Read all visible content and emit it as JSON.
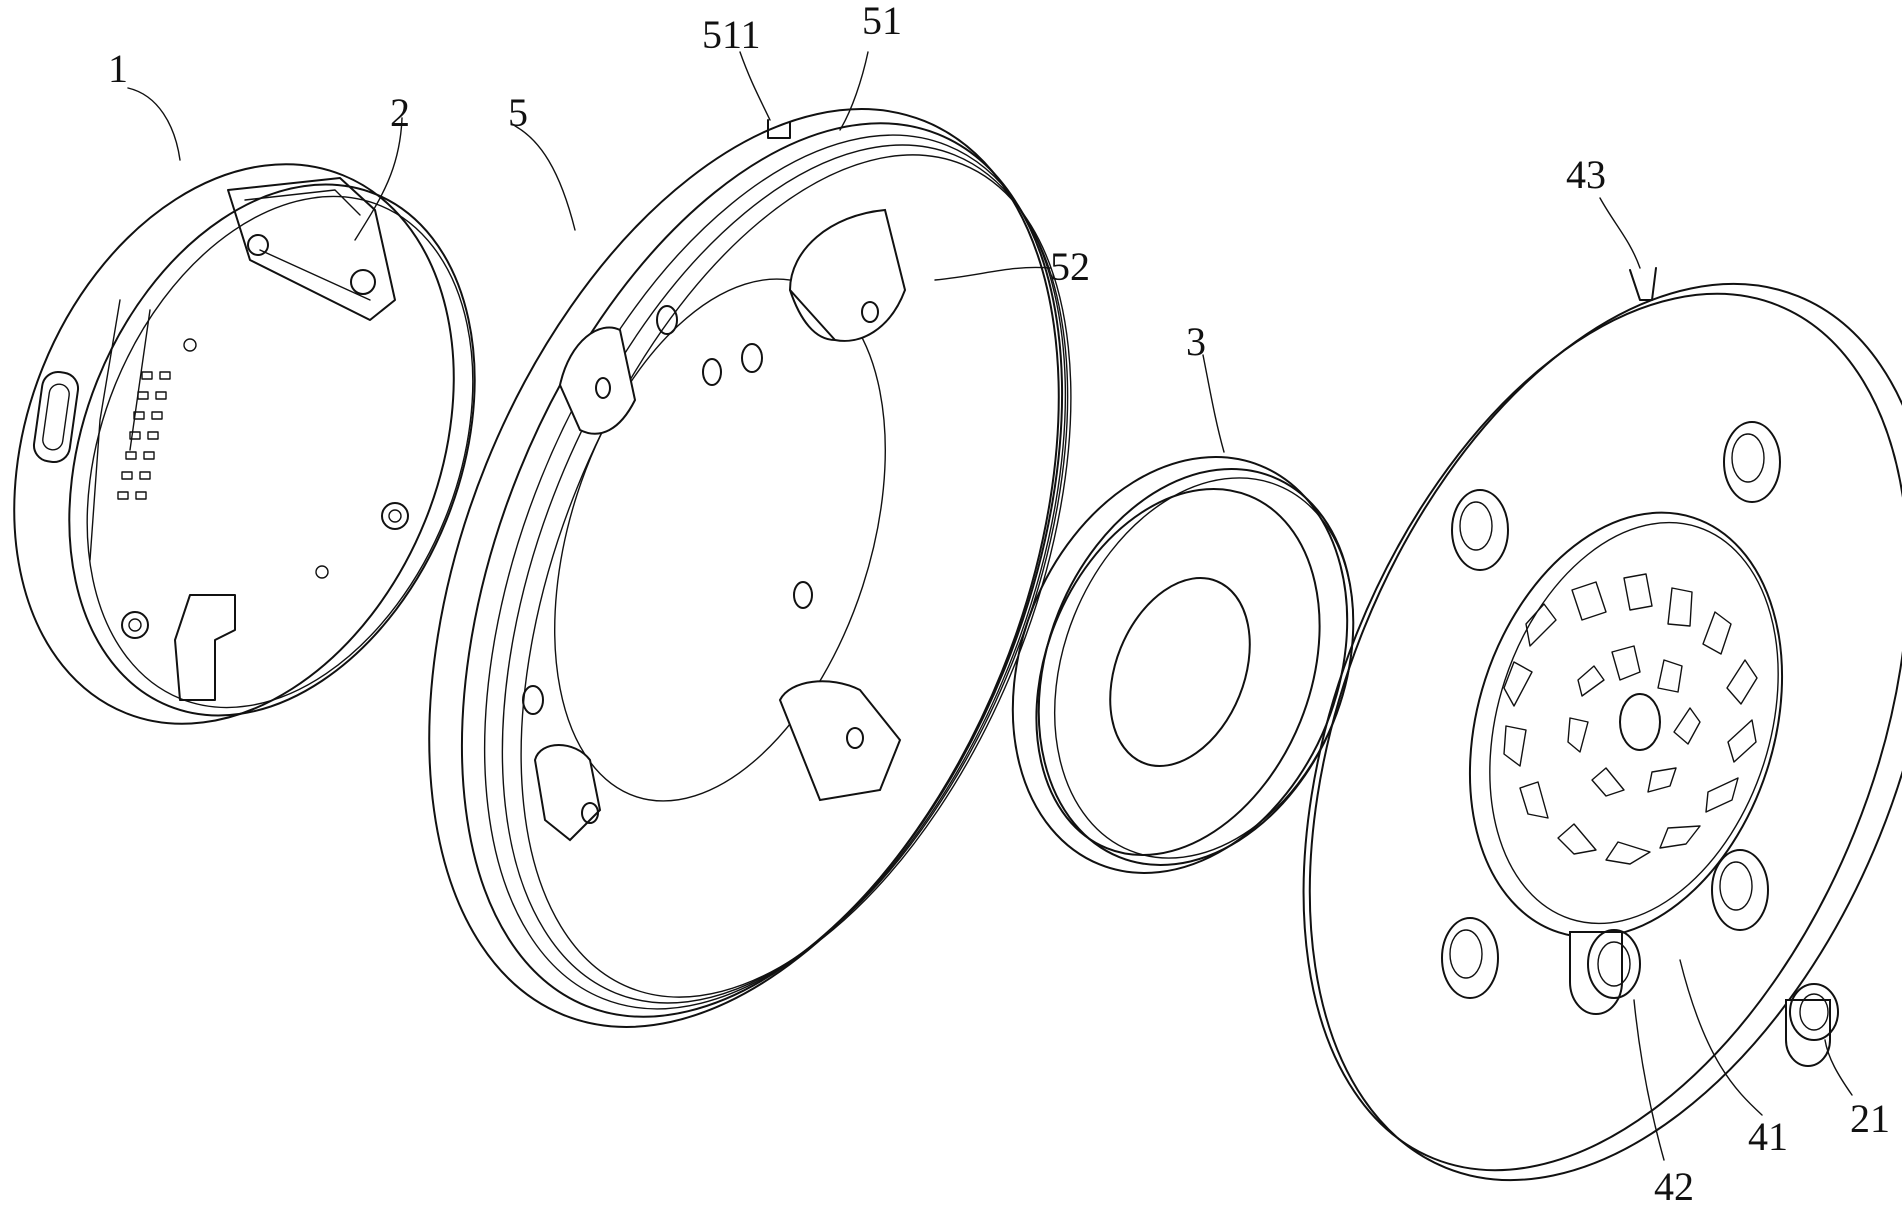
{
  "labels": {
    "l1": "1",
    "l2": "2",
    "l5": "5",
    "l511": "511",
    "l51": "51",
    "l52": "52",
    "l3": "3",
    "l43": "43",
    "l41": "41",
    "l42": "42",
    "l21": "21"
  }
}
